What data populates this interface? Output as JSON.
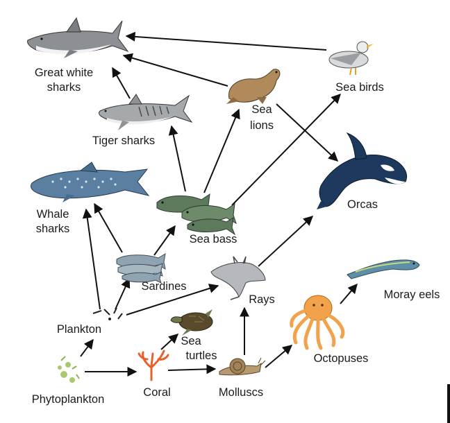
{
  "labels": {
    "great_white": [
      "Great white",
      "sharks"
    ],
    "tiger": "Tiger sharks",
    "whale": [
      "Whale",
      "sharks"
    ],
    "sea_lions": [
      "Sea",
      "lions"
    ],
    "sea_birds": "Sea birds",
    "orcas": "Orcas",
    "sea_bass": "Sea bass",
    "sardines": "Sardines",
    "rays": "Rays",
    "moray": "Moray eels",
    "plankton": "Plankton",
    "sea_turtles": [
      "Sea",
      "turtles"
    ],
    "octopuses": "Octopuses",
    "phytoplankton": "Phytoplankton",
    "coral": "Coral",
    "molluscs": "Molluscs"
  },
  "colors": {
    "arrow": "#111111",
    "great_white": "#8c8f93",
    "tiger": "#a6a9ac",
    "whale_shark": "#5b7fa0",
    "sea_lion": "#b08a5a",
    "orca": "#1d3a5e",
    "sea_bass": "#5d7a5d",
    "sardine": "#8fa3b0",
    "ray": "#b5b8bc",
    "moray": "#5e8fa6",
    "sea_turtle": "#5a4a2c",
    "octopus": "#f2a24a",
    "phytoplankton": "#a9c96b",
    "coral": "#e8602c",
    "mollusc": "#a0835a",
    "sea_bird": "#d9dadc"
  },
  "icons": [
    "great-white-shark-icon",
    "tiger-shark-icon",
    "whale-shark-icon",
    "sea-lion-icon",
    "sea-bird-icon",
    "orca-icon",
    "sea-bass-icon",
    "sardines-icon",
    "ray-icon",
    "moray-eel-icon",
    "plankton-icon",
    "sea-turtle-icon",
    "octopus-icon",
    "phytoplankton-icon",
    "coral-icon",
    "mollusc-icon"
  ]
}
